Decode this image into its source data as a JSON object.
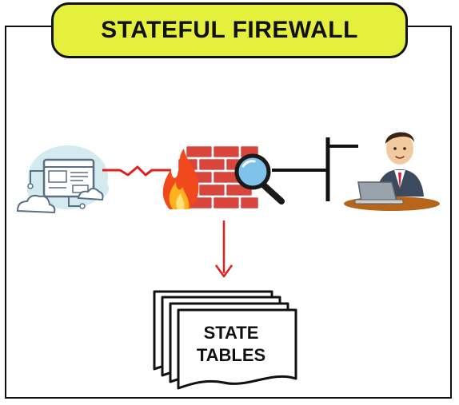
{
  "title": "STATEFUL FIREWALL",
  "state_tables": {
    "line1": "STATE",
    "line2": "TABLES"
  },
  "icons": {
    "source": "cloud-web-server-icon",
    "firewall": "firewall-inspection-icon",
    "user": "user-laptop-icon",
    "tables": "state-tables-documents-icon"
  },
  "colors": {
    "title_bg": "#e4f03c",
    "brick": "#d7453d",
    "link": "#e02020",
    "cloud": "#cfe8ec",
    "desk": "#b8651c"
  }
}
